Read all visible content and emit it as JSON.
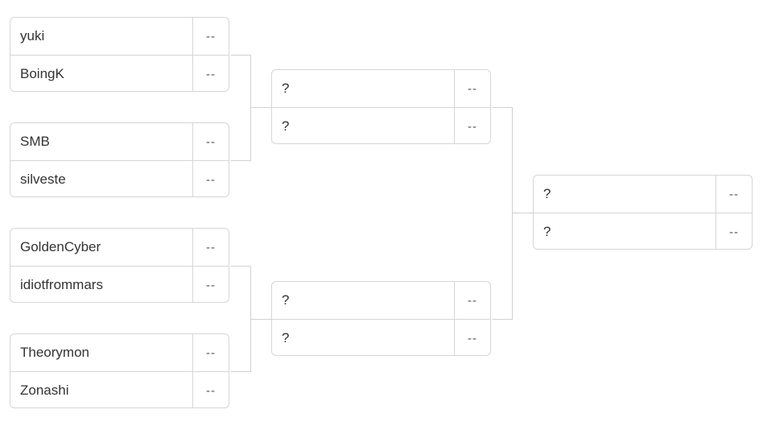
{
  "rounds": [
    {
      "matches": [
        {
          "slots": [
            {
              "name": "yuki",
              "score": "--"
            },
            {
              "name": "BoingK",
              "score": "--"
            }
          ]
        },
        {
          "slots": [
            {
              "name": "SMB",
              "score": "--"
            },
            {
              "name": "silveste",
              "score": "--"
            }
          ]
        },
        {
          "slots": [
            {
              "name": "GoldenCyber",
              "score": "--"
            },
            {
              "name": "idiotfrommars",
              "score": "--"
            }
          ]
        },
        {
          "slots": [
            {
              "name": "Theorymon",
              "score": "--"
            },
            {
              "name": "Zonashi",
              "score": "--"
            }
          ]
        }
      ]
    },
    {
      "matches": [
        {
          "slots": [
            {
              "name": "?",
              "score": "--"
            },
            {
              "name": "?",
              "score": "--"
            }
          ]
        },
        {
          "slots": [
            {
              "name": "?",
              "score": "--"
            },
            {
              "name": "?",
              "score": "--"
            }
          ]
        }
      ]
    },
    {
      "matches": [
        {
          "slots": [
            {
              "name": "?",
              "score": "--"
            },
            {
              "name": "?",
              "score": "--"
            }
          ]
        }
      ]
    }
  ],
  "colors": {
    "border": "#d6d6d6",
    "connector": "#d0d0d0",
    "text": "#333333"
  }
}
